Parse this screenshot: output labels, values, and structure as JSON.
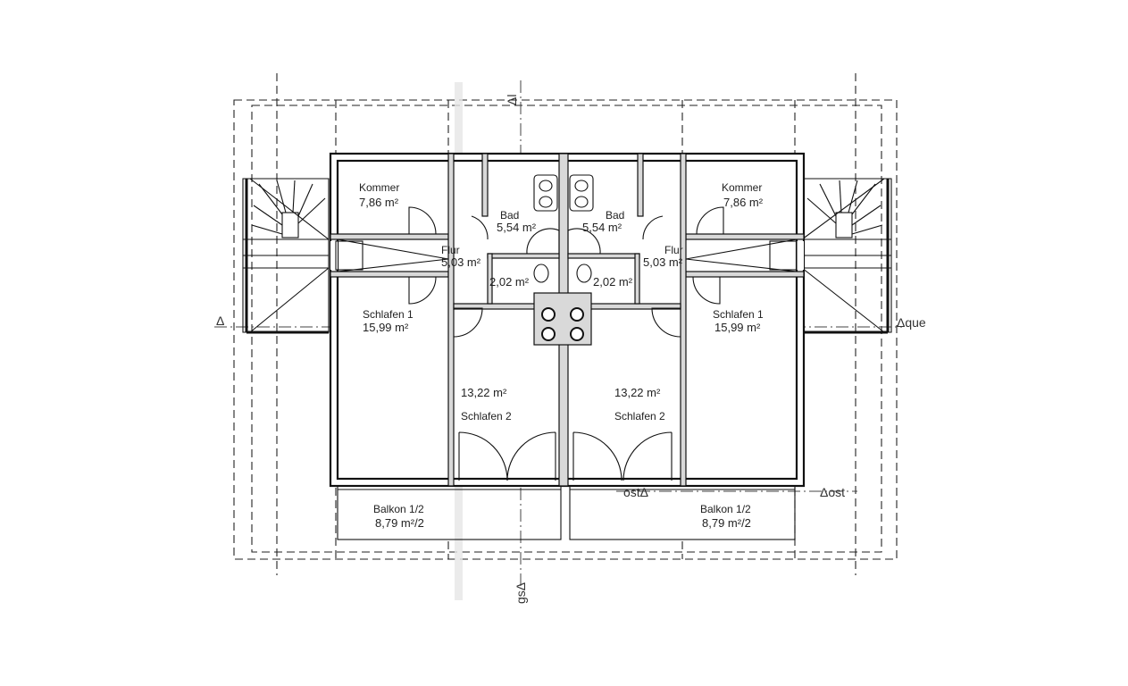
{
  "rooms": {
    "kammer_left": {
      "name": "Kommer",
      "area": "7,86 m²"
    },
    "kammer_right": {
      "name": "Kommer",
      "area": "7,86 m²"
    },
    "bad_left": {
      "name": "Bad",
      "area": "5,54 m²"
    },
    "bad_right": {
      "name": "Bad",
      "area": "5,54 m²"
    },
    "flur_left": {
      "name": "Flur",
      "area": "5,03 m²"
    },
    "flur_right": {
      "name": "Flur",
      "area": "5,03 m²"
    },
    "wc_left": {
      "area": "2,02 m²"
    },
    "wc_right": {
      "area": "2,02 m²"
    },
    "schlafen1_left": {
      "name": "Schlafen 1",
      "area": "15,99 m²"
    },
    "schlafen1_right": {
      "name": "Schlafen 1",
      "area": "15,99 m²"
    },
    "schlafen2_left": {
      "name": "Schlafen 2",
      "area": "13,22 m²"
    },
    "schlafen2_right": {
      "name": "Schlafen 2",
      "area": "13,22 m²"
    },
    "balkon_left": {
      "name": "Balkon 1/2",
      "area": "8,79 m²/2"
    },
    "balkon_right": {
      "name": "Balkon 1/2",
      "area": "8,79 m²/2"
    }
  },
  "markers": {
    "top": "Δl",
    "left": "Δ",
    "right_que": "Δque",
    "ost_inner": "ostΔ",
    "ost_outer": "Δost",
    "gs": "gsΔ"
  }
}
